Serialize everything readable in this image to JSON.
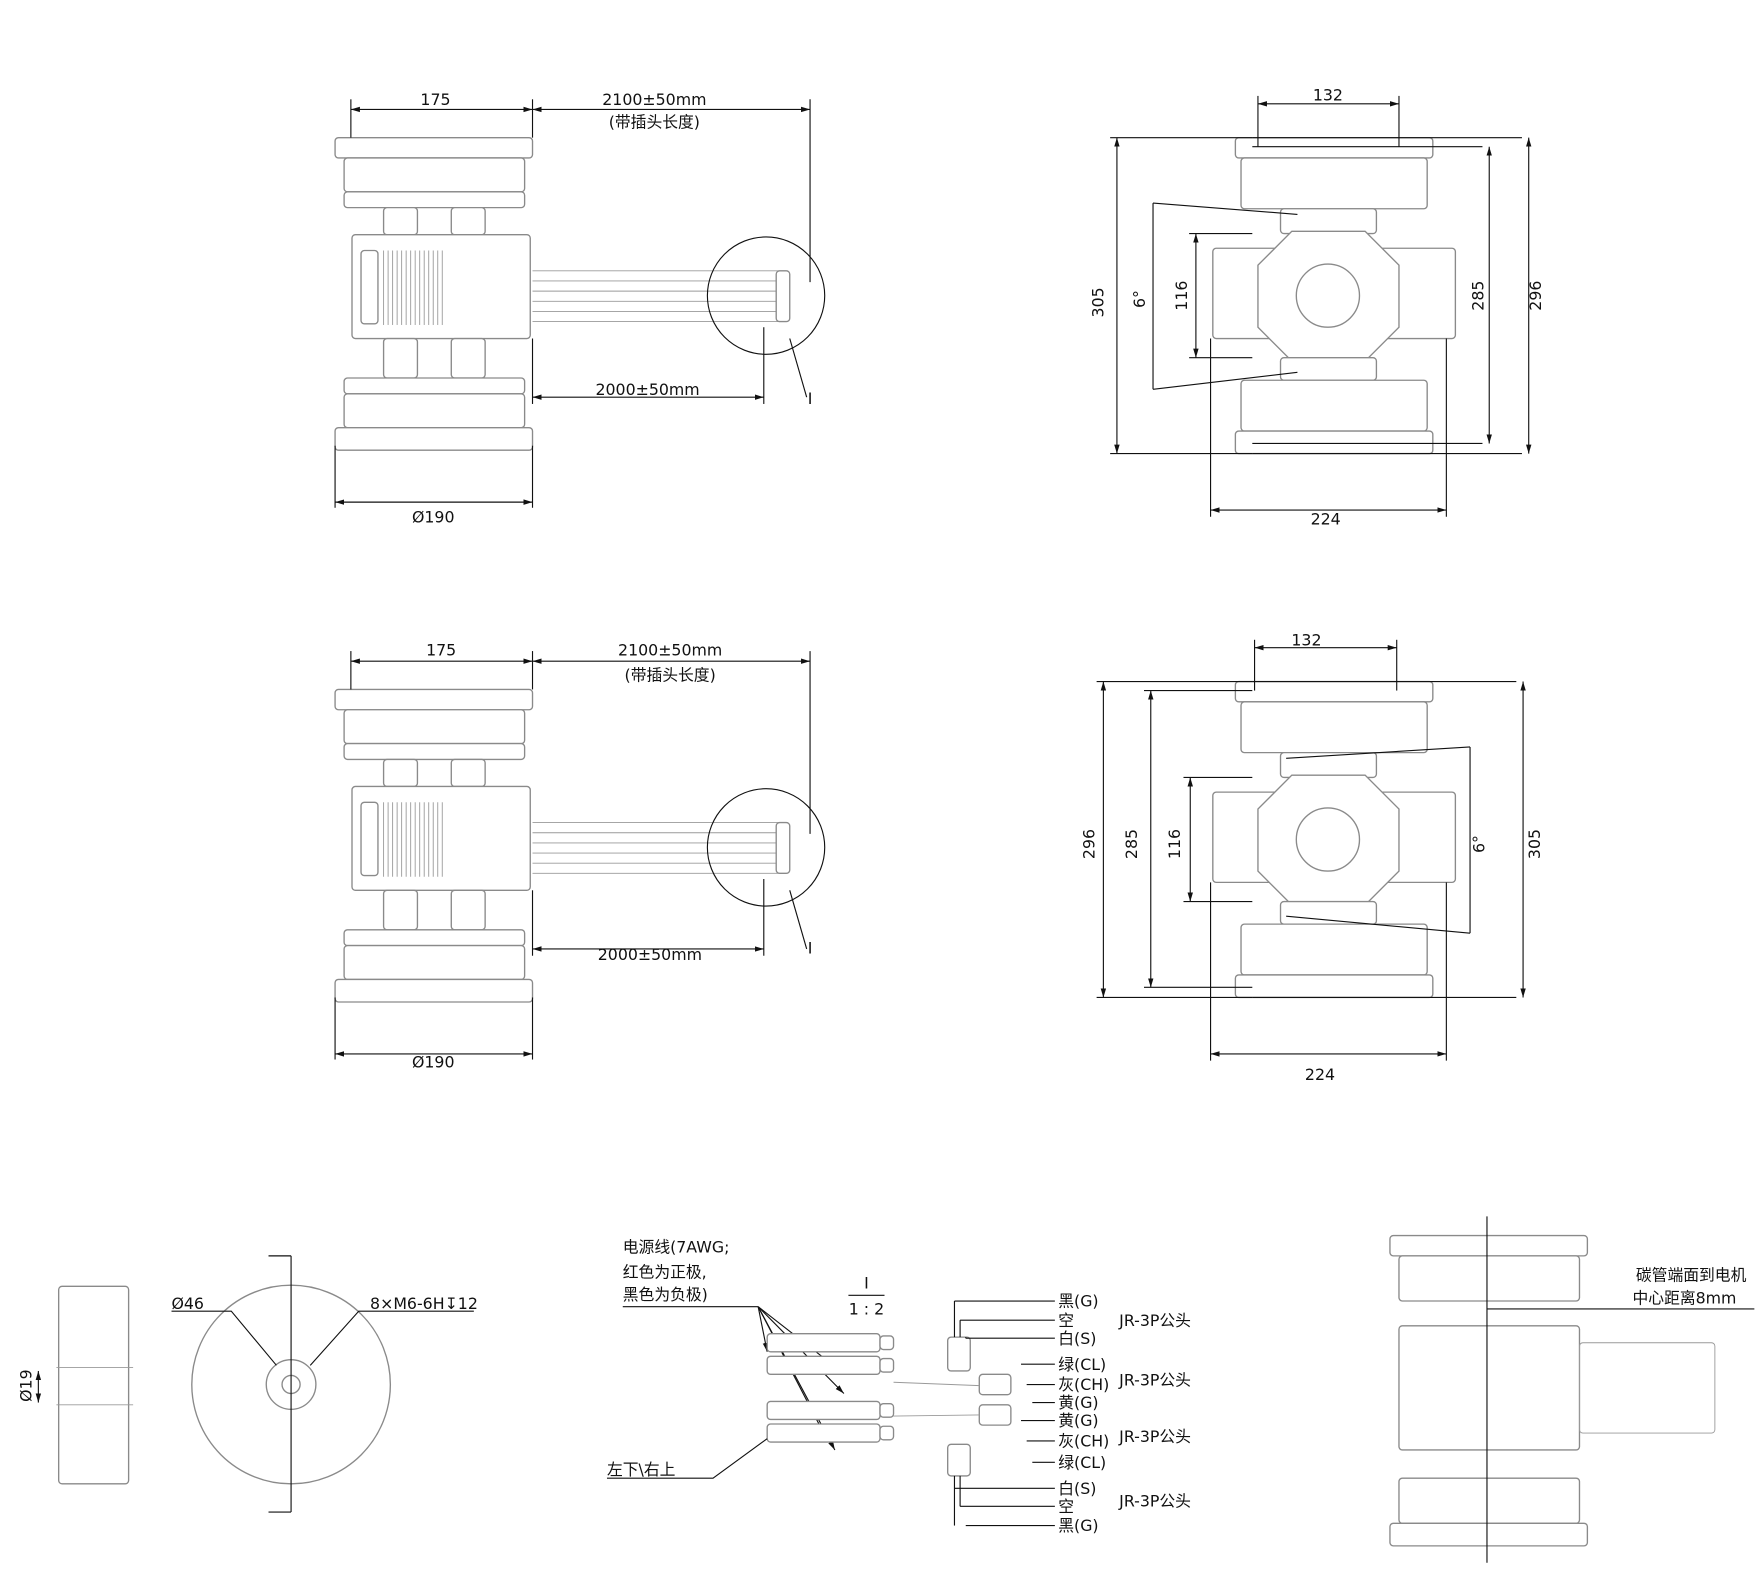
{
  "views": {
    "side_top": {
      "width_label": "175",
      "cable_total": "2100±50mm",
      "cable_note": "(带插头长度)",
      "cable_length": "2000±50mm",
      "detail_marker": "I",
      "diameter": "Ø190"
    },
    "front_top": {
      "hub": "132",
      "total_h": "305",
      "angle": "6°",
      "arm_h": "116",
      "inner_h": "285",
      "outer_h": "296",
      "width": "224"
    },
    "side_bottom": {
      "width_label": "175",
      "cable_total": "2100±50mm",
      "cable_note": "(带插头长度)",
      "cable_length": "2000±50mm",
      "detail_marker": "I",
      "diameter": "Ø190"
    },
    "front_bottom": {
      "hub": "132",
      "outer_h": "296",
      "inner_h": "285",
      "arm_h": "116",
      "angle": "6°",
      "total_h": "305",
      "width": "224"
    }
  },
  "mount": {
    "shaft_dia": "Ø19",
    "center_dia": "Ø46",
    "holes": "8×M6-6H↧12"
  },
  "wiring": {
    "power_note": [
      "电源线(7AWG;",
      "红色为正极,",
      "黑色为负极)"
    ],
    "detail_marker": "I",
    "scale": "1 : 2",
    "orientation": "左下\\右上",
    "pins": [
      "黑(G)",
      "空",
      "白(S)",
      "绿(CL)",
      "灰(CH)",
      "黄(G)",
      "黄(G)",
      "灰(CH)",
      "绿(CL)",
      "白(S)",
      "空",
      "黑(G)"
    ],
    "connectors": [
      "JR-3P公头",
      "JR-3P公头",
      "JR-3P公头",
      "JR-3P公头"
    ]
  },
  "tube_note": [
    "碳管端面到电机",
    "中心距离8mm"
  ]
}
